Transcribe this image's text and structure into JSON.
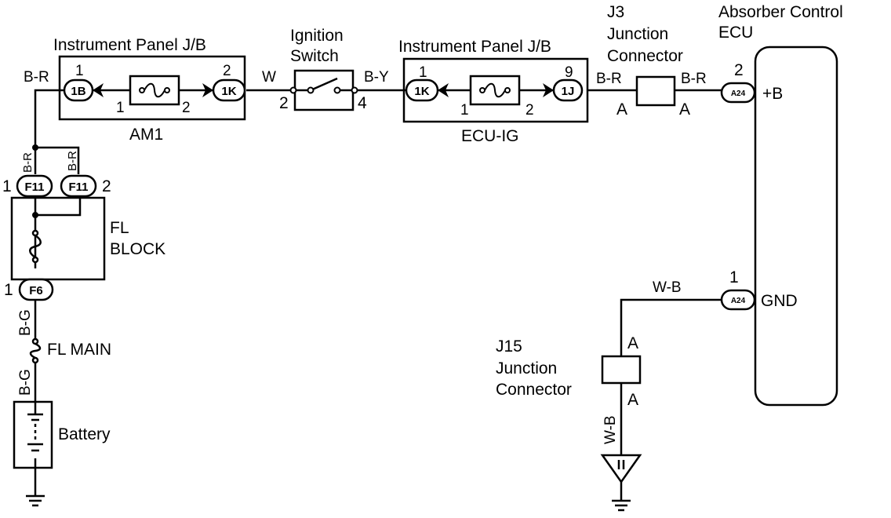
{
  "components": {
    "ipjb_left_title": "Instrument Panel J/B",
    "ipjb_left_fuse": "AM1",
    "ignition_line1": "Ignition",
    "ignition_line2": "Switch",
    "ipjb_right_title": "Instrument Panel J/B",
    "ipjb_right_fuse": "ECU-IG",
    "j3_line1": "J3",
    "j3_line2": "Junction",
    "j3_line3": "Connector",
    "ecu_line1": "Absorber Control",
    "ecu_line2": "ECU",
    "ecu_pin_b": "+B",
    "ecu_pin_gnd": "GND",
    "fl_block_line1": "FL",
    "fl_block_line2": "BLOCK",
    "fl_main": "FL MAIN",
    "battery": "Battery",
    "j15_line1": "J15",
    "j15_line2": "Junction",
    "j15_line3": "Connector"
  },
  "connectors": {
    "c1b": "1B",
    "c1k_left": "1K",
    "c1k_right": "1K",
    "c1j": "1J",
    "f11_a": "F11",
    "f11_b": "F11",
    "f6": "F6",
    "a24_top": "A24",
    "a24_bottom": "A24"
  },
  "pins": {
    "c1b_top": "1",
    "am1_in": "1",
    "am1_out": "2",
    "c1k_left_top": "2",
    "ign_in": "2",
    "ign_out": "4",
    "c1k_right_top": "1",
    "ecuig_in": "1",
    "ecuig_out": "2",
    "c1j_top": "9",
    "a24_top": "2",
    "a24_bottom": "1",
    "f11_a": "1",
    "f11_b": "2",
    "f6": "1",
    "j3_in": "A",
    "j3_out": "A",
    "j15_top": "A",
    "j15_bottom": "A"
  },
  "wires": {
    "br_left": "B-R",
    "w": "W",
    "by": "B-Y",
    "br_j3_in": "B-R",
    "br_j3_out": "B-R",
    "br_f11_a": "B-R",
    "br_f11_b": "B-R",
    "bg_upper": "B-G",
    "bg_lower": "B-G",
    "wb_horizontal": "W-B",
    "wb_vertical": "W-B"
  },
  "colors": {
    "ink": "#000000",
    "paper": "#ffffff"
  }
}
